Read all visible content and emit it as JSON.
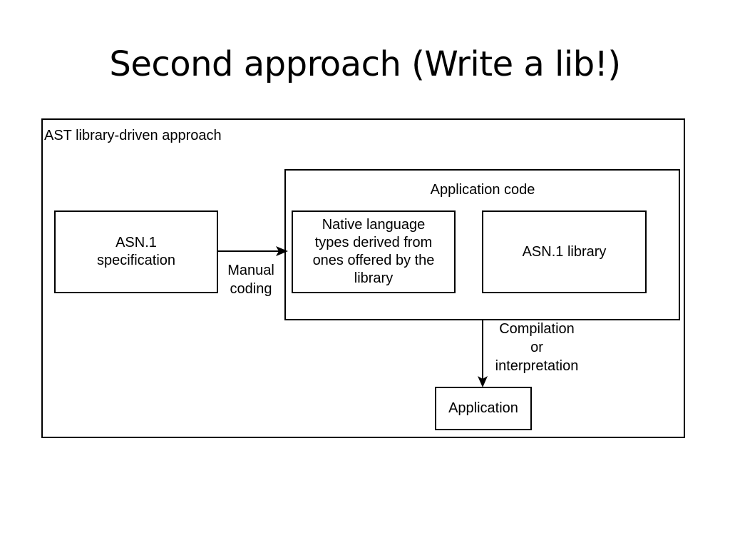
{
  "slide": {
    "title": "Second approach (Write a lib!)"
  },
  "diagram": {
    "outer_label": "AST library-driven approach",
    "asn1_spec": "ASN.1\nspecification",
    "manual_coding": "Manual\ncoding",
    "app_code_label": "Application code",
    "native_types": "Native language\ntypes derived from\nones offered by the\nlibrary",
    "asn1_library": "ASN.1 library",
    "compilation": "Compilation\nor\ninterpretation",
    "application": "Application"
  }
}
